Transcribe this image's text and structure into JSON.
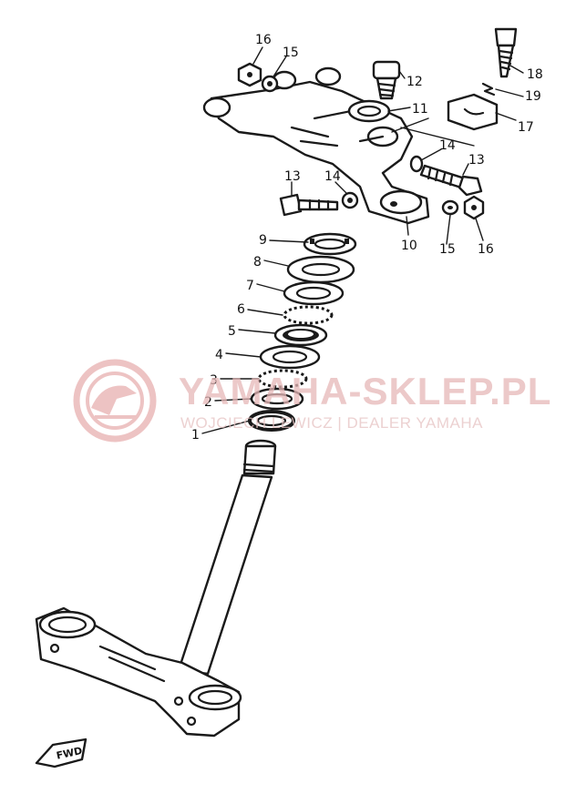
{
  "parts": [
    {
      "id": "1",
      "label": "1"
    },
    {
      "id": "2",
      "label": "2"
    },
    {
      "id": "3",
      "label": "3"
    },
    {
      "id": "4",
      "label": "4"
    },
    {
      "id": "5",
      "label": "5"
    },
    {
      "id": "6",
      "label": "6"
    },
    {
      "id": "7",
      "label": "7"
    },
    {
      "id": "8",
      "label": "8"
    },
    {
      "id": "9",
      "label": "9"
    },
    {
      "id": "10",
      "label": "10"
    },
    {
      "id": "11",
      "label": "11"
    },
    {
      "id": "12",
      "label": "12"
    },
    {
      "id": "13a",
      "label": "13"
    },
    {
      "id": "13b",
      "label": "13"
    },
    {
      "id": "14a",
      "label": "14"
    },
    {
      "id": "14b",
      "label": "14"
    },
    {
      "id": "15a",
      "label": "15"
    },
    {
      "id": "15b",
      "label": "15"
    },
    {
      "id": "16a",
      "label": "16"
    },
    {
      "id": "16b",
      "label": "16"
    },
    {
      "id": "17",
      "label": "17"
    },
    {
      "id": "18",
      "label": "18"
    },
    {
      "id": "19",
      "label": "19"
    }
  ],
  "watermark": {
    "main": "YAMAHA-SKLEP.PL",
    "sub": "WOJCIECH LEWICZ | DEALER YAMAHA",
    "color": "#e8b0b0"
  },
  "front_marker": "FWD"
}
